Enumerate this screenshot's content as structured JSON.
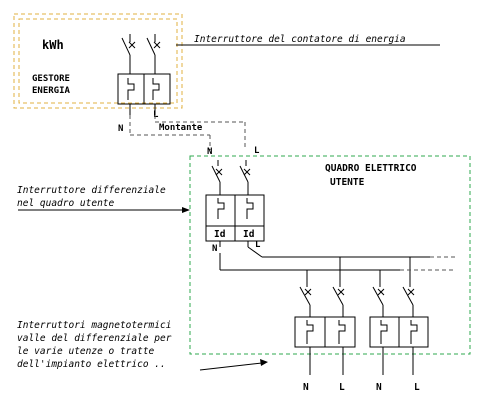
{
  "meter": {
    "unit": "kWh",
    "operator_line1": "GESTORE",
    "operator_line2": "ENERGIA"
  },
  "annotations": {
    "meter_breaker": "Interruttore del contatore di energia",
    "differential_breaker_line1": "Interruttore differenziale",
    "differential_breaker_line2": "nel quadro utente",
    "mcb_line1": "Interruttori magnetotermici",
    "mcb_line2": "valle del differenziale per",
    "mcb_line3": "le varie utenze o tratte",
    "mcb_line4": "dell'impianto elettrico .."
  },
  "labels": {
    "riser": "Montante",
    "panel_line1": "QUADRO ELETTRICO",
    "panel_line2": "UTENTE",
    "neutral": "N",
    "live": "L",
    "differential": "Id"
  },
  "colors": {
    "meter_border": "#e0b040",
    "panel_border": "#2fa84f",
    "line": "#000000",
    "dashed_line": "#555555"
  }
}
